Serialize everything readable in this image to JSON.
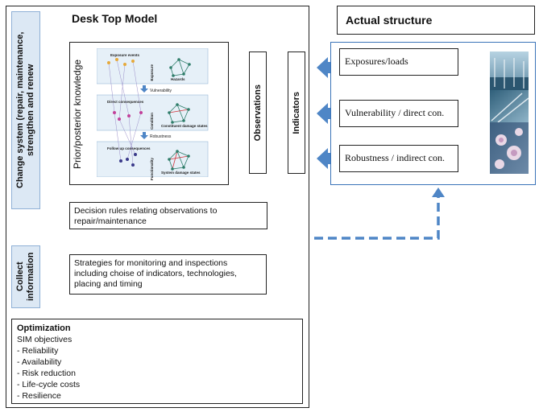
{
  "desk_top": {
    "title": "Desk Top Model",
    "change_system": "Change system (repair, maintenance, strengthen and renew",
    "collect_information": "Collect information",
    "prior_posterior": "Prior/posterior knowledge",
    "observations": "Observations",
    "indicators": "Indicators",
    "decision_rules": "Decision rules relating observations to repair/maintenance",
    "strategies": "Strategies for monitoring and inspections including choise of indicators, technologies, placing and timing"
  },
  "model_figure": {
    "exposure_events": "Exposure events",
    "exposure": "Exposure",
    "hazards": "Hazards",
    "vulnerability": "Vulnerability",
    "direct_consequences": "Direct consequences",
    "condition": "Condition",
    "constituent_damage_states": "Constituent damage states",
    "robustness": "Robustness",
    "follow_up_consequences": "Follow up consequences",
    "functionality": "Functionality",
    "system_damage_states": "System damage states"
  },
  "actual_structure": {
    "title": "Actual structure",
    "items": [
      "Exposures/loads",
      "Vulnerability / direct con.",
      "Robustness / indirect con."
    ]
  },
  "optimization": {
    "title": "Optimization",
    "subtitle": "SIM objectives",
    "items": [
      "- Reliability",
      "- Availability",
      "- Risk reduction",
      "- Life-cycle costs",
      "- Resilience"
    ]
  },
  "colors": {
    "arrow_blue": "#4f86c6",
    "side_panel": "#dce8f4",
    "figure_band": "#e6f0f8"
  }
}
